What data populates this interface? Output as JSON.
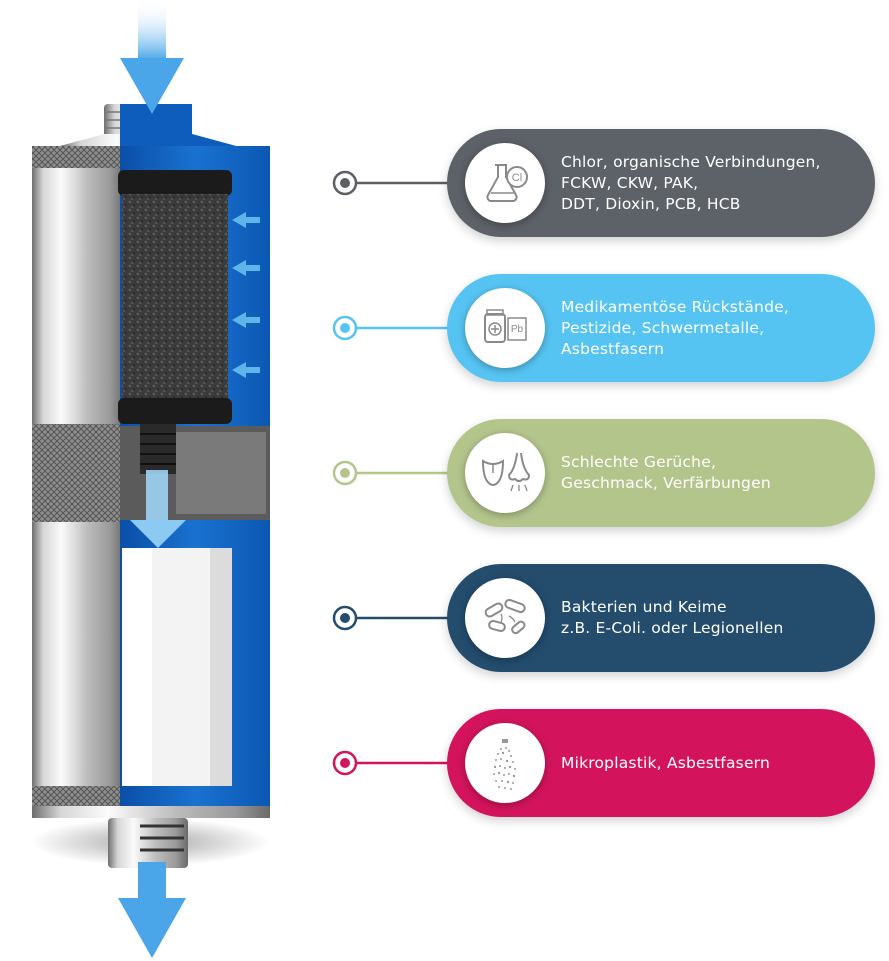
{
  "rows": [
    {
      "color": "#5d6168",
      "ring": "#5b5e63",
      "icon": "flask-chlorine-icon",
      "lines": [
        "Chlor, organische Verbindungen,",
        "FCKW, CKW, PAK,",
        "DDT, Dioxin, PCB, HCB"
      ]
    },
    {
      "color": "#56c4f2",
      "ring": "#56c4f2",
      "icon": "medicine-lead-icon",
      "lines": [
        "Medikamentöse Rückstände,",
        "Pestizide, Schwermetalle,",
        "Asbestfasern"
      ]
    },
    {
      "color": "#b4c58c",
      "ring": "#b4c58c",
      "icon": "tongue-nose-icon",
      "lines": [
        "Schlechte Gerüche,",
        "Geschmack, Verfärbungen"
      ]
    },
    {
      "color": "#234c6d",
      "ring": "#234c6d",
      "icon": "bacteria-icon",
      "lines": [
        "Bakterien und Keime",
        "z.B. E-Coli. oder Legionellen"
      ]
    },
    {
      "color": "#d3145c",
      "ring": "#d3145c",
      "icon": "microplastic-bottle-icon",
      "lines": [
        "Mikroplastik, Asbestfasern"
      ]
    }
  ],
  "badge_labels": {
    "chlorine": "Cl",
    "lead": "Pb"
  },
  "flow_color": "#5fb5ea",
  "water_color": "#1166c2"
}
